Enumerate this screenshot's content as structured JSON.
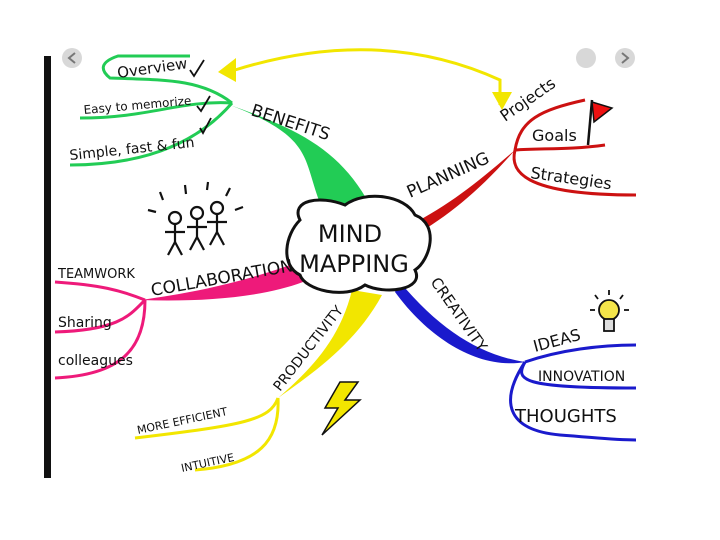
{
  "center": {
    "line1": "MIND",
    "line2": "MAPPING"
  },
  "branches": {
    "benefits": {
      "label": "BENEFITS",
      "color": "#22cc55",
      "items": [
        "Overview",
        "Easy to memorize",
        "Simple, fast & fun"
      ]
    },
    "planning": {
      "label": "PLANNING",
      "color": "#cc1111",
      "items": [
        "Projects",
        "Goals",
        "Strategies"
      ]
    },
    "creativity": {
      "label": "CREATIVITY",
      "color": "#1a1acc",
      "items": [
        "IDEAS",
        "INNOVATION",
        "THOUGHTS"
      ]
    },
    "productivity": {
      "label": "PRODUCTIVITY",
      "color": "#f2e600",
      "items": [
        "MORE EFFICIENT",
        "INTUITIVE"
      ]
    },
    "collaboration": {
      "label": "COLLABORATION",
      "color": "#ee1a7a",
      "items": [
        "TEAMWORK",
        "Sharing",
        "colleagues"
      ]
    }
  },
  "icons": {
    "left_nav": "chevron-left-icon",
    "right_nav": "chevron-right-icon",
    "people": "people-icon",
    "flag": "flag-icon",
    "bulb": "lightbulb-icon",
    "bolt": "lightning-icon"
  }
}
